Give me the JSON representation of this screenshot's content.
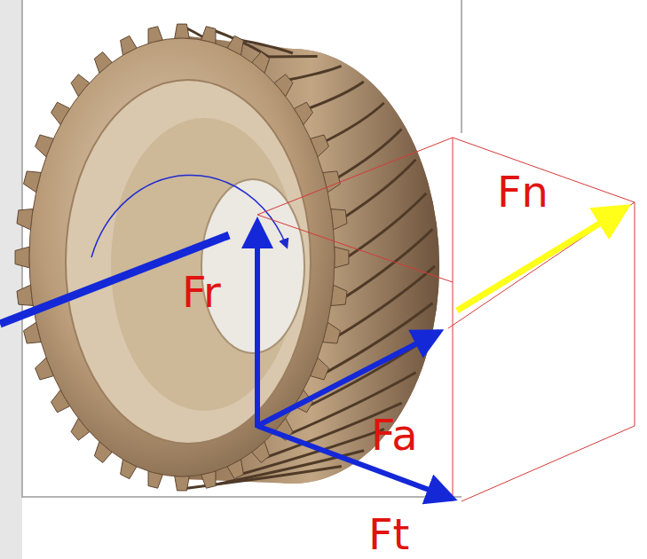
{
  "diagram": {
    "labels": [
      "Fn",
      "Fr",
      "Fa",
      "Ft"
    ]
  }
}
